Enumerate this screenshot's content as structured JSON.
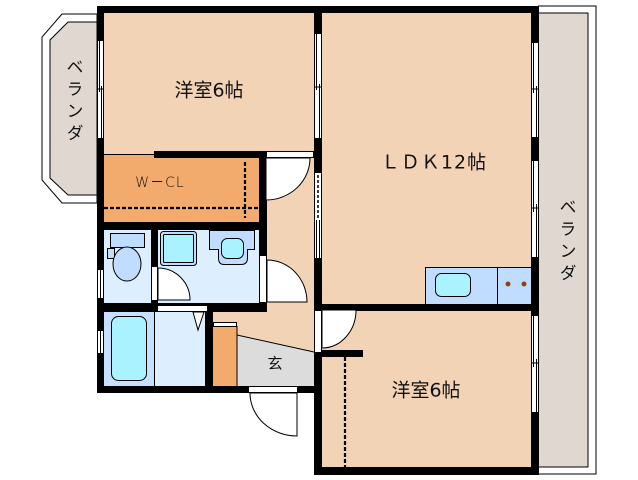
{
  "floor_plan": {
    "rooms": [
      {
        "id": "western-room-north",
        "label": "洋室6帖"
      },
      {
        "id": "ldk",
        "label": "ＬＤＫ12帖"
      },
      {
        "id": "walk-in-closet",
        "label": "W－CL"
      },
      {
        "id": "entrance",
        "label": "玄"
      },
      {
        "id": "western-room-south",
        "label": "洋室6帖"
      }
    ],
    "verandas": [
      {
        "id": "veranda-west",
        "label": "ベランダ"
      },
      {
        "id": "veranda-east",
        "label": "ベランダ"
      }
    ]
  },
  "colors": {
    "floor_peach": "#F2D3B6",
    "closet_orange": "#F2AB6C",
    "wet_light_blue": "#DDEFFF",
    "bath_blue": "#C6E0FF",
    "fixture_blue": "#C0DCFF",
    "water_cyan": "#AAF2FF",
    "veranda_gray": "#E0D8D0",
    "entrance_gray": "#DCDCDC",
    "wall": "#000000",
    "stove_brown": "#8B4513"
  }
}
